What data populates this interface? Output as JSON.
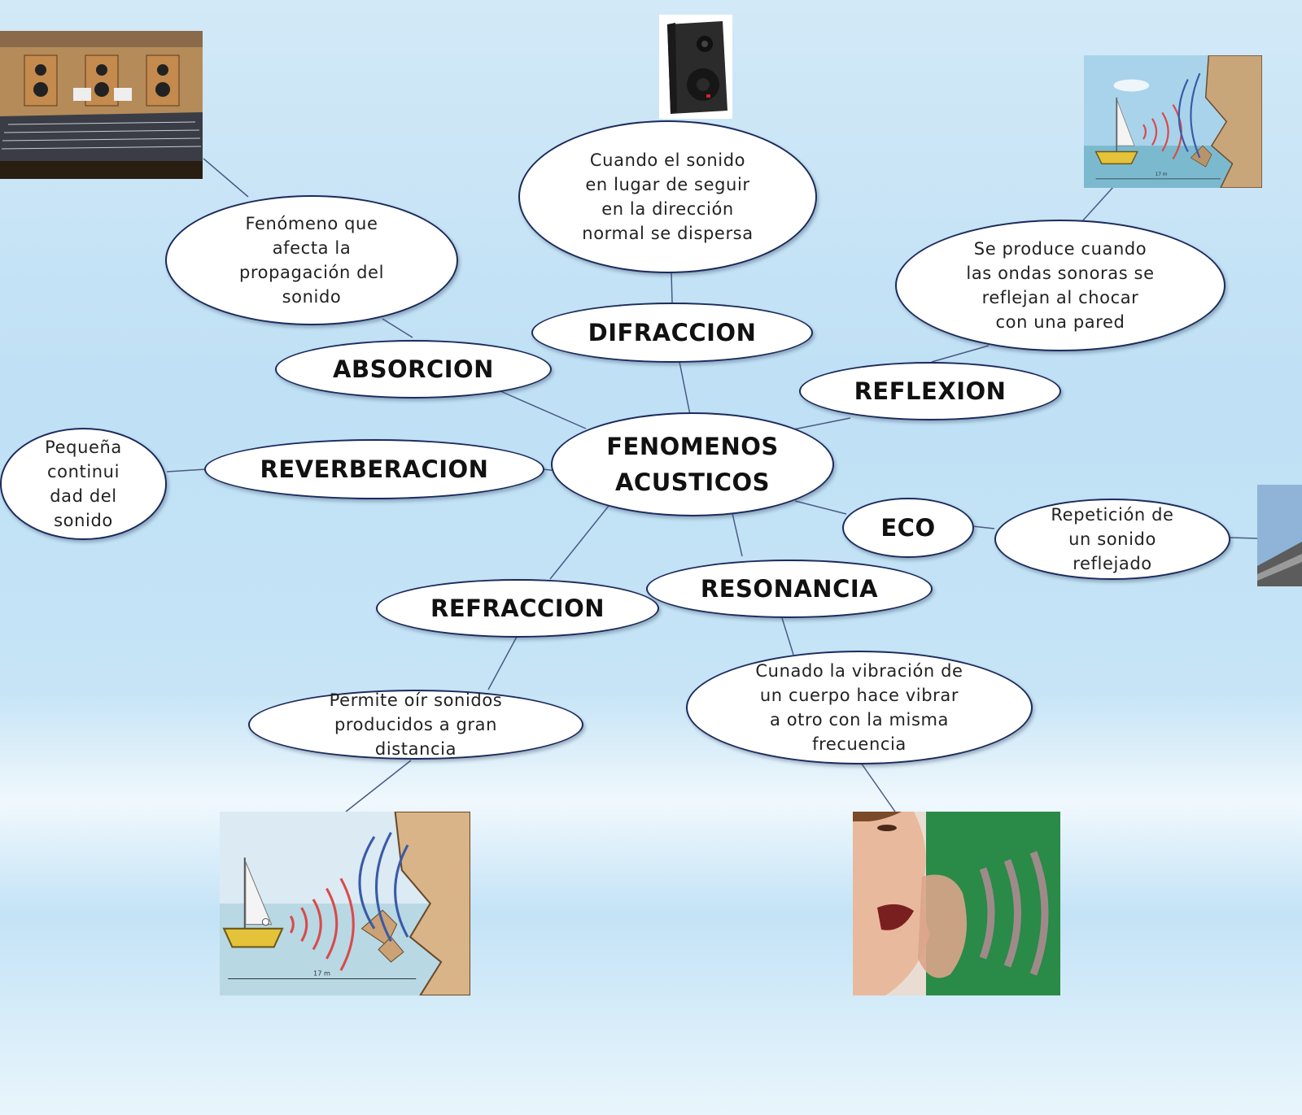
{
  "central": {
    "text": "FENOMENOS\nACUSTICOS"
  },
  "concepts": {
    "absorcion": "ABSORCION",
    "difraccion": "DIFRACCION",
    "reflexion": "REFLEXION",
    "reverberacion": "REVERBERACION",
    "eco": "ECO",
    "refraccion": "REFRACCION",
    "resonancia": "RESONANCIA"
  },
  "descriptions": {
    "absorcion": "Fenómeno que\nafecta la\npropagación del\nsonido",
    "difraccion": "Cuando el sonido\nen lugar de seguir\nen la dirección\nnormal se dispersa",
    "reflexion": "Se produce cuando\nlas ondas sonoras se\nreflejan al chocar\ncon una pared",
    "reverberacion": "Pequeña\ncontinui\ndad del\nsonido",
    "eco": "Repetición de\nun sonido\nreflejado",
    "refraccion": "Permite oír sonidos\nproducidos a gran\ndistancia",
    "resonancia": "Cunado la vibración de\nun cuerpo hace vibrar\na otro con la misma\nfrecuencia"
  },
  "images": {
    "studio": "recording-studio-photo",
    "speaker": "speaker-photo",
    "boat_cliff_small": "boat-cliff-echo-illustration",
    "boat_cliff_large": "boat-cliff-echo-illustration",
    "shouting_woman": "shouting-woman-photo",
    "edge_building": "building-photo",
    "distance_label": "17 m"
  },
  "colors": {
    "node_border": "#1c2a5c",
    "connector": "#4a5a85",
    "background_top": "#d2e9f7"
  }
}
